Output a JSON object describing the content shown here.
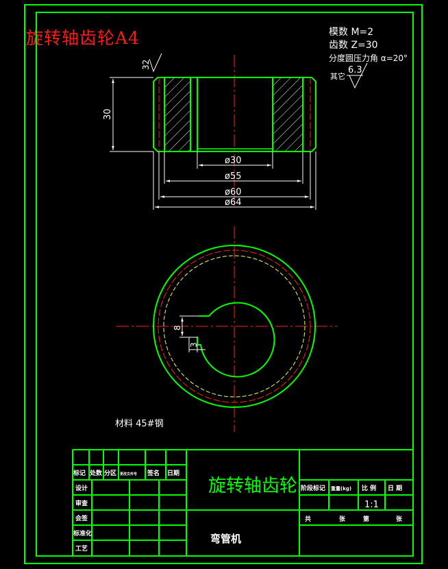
{
  "header": {
    "title": "旋转轴齿轮A4"
  },
  "params": {
    "module": "模数 M=2",
    "teeth": "齿数 Z=30",
    "pressure_angle": "分度圆压力角 α=20°",
    "other_label": "其它",
    "roughness_other": "6.3"
  },
  "dimensions": {
    "roughness_top": "32",
    "height": "30",
    "d30": "ø30",
    "d55": "ø55",
    "d60": "ø60",
    "d64": "ø64",
    "keyway_depth": "8",
    "keyway_width": "3"
  },
  "material": {
    "text": "材料 45#钢"
  },
  "title_block": {
    "part_name": "旋转轴齿轮",
    "product_name": "弯管机",
    "headers": [
      "标记",
      "处数",
      "分区",
      "更改文件号",
      "签名",
      "日期"
    ],
    "rows": [
      "设计",
      "审查",
      "会签",
      "标准化",
      "工艺"
    ],
    "stage_label": "阶段标记",
    "weight_label": "重量(kg)",
    "scale_label": "比 例",
    "date_label": "日 期",
    "scale_value": "1:1",
    "sheets_total_label": "共",
    "sheets_unit_1": "张",
    "sheet_no_label": "第",
    "sheets_unit_2": "张"
  },
  "colors": {
    "background": "#000000",
    "frame": "#00ff00",
    "dim": "#ffffff",
    "center": "#ff2020",
    "pitch": "#ffff66",
    "title": "#ff1a1a"
  }
}
